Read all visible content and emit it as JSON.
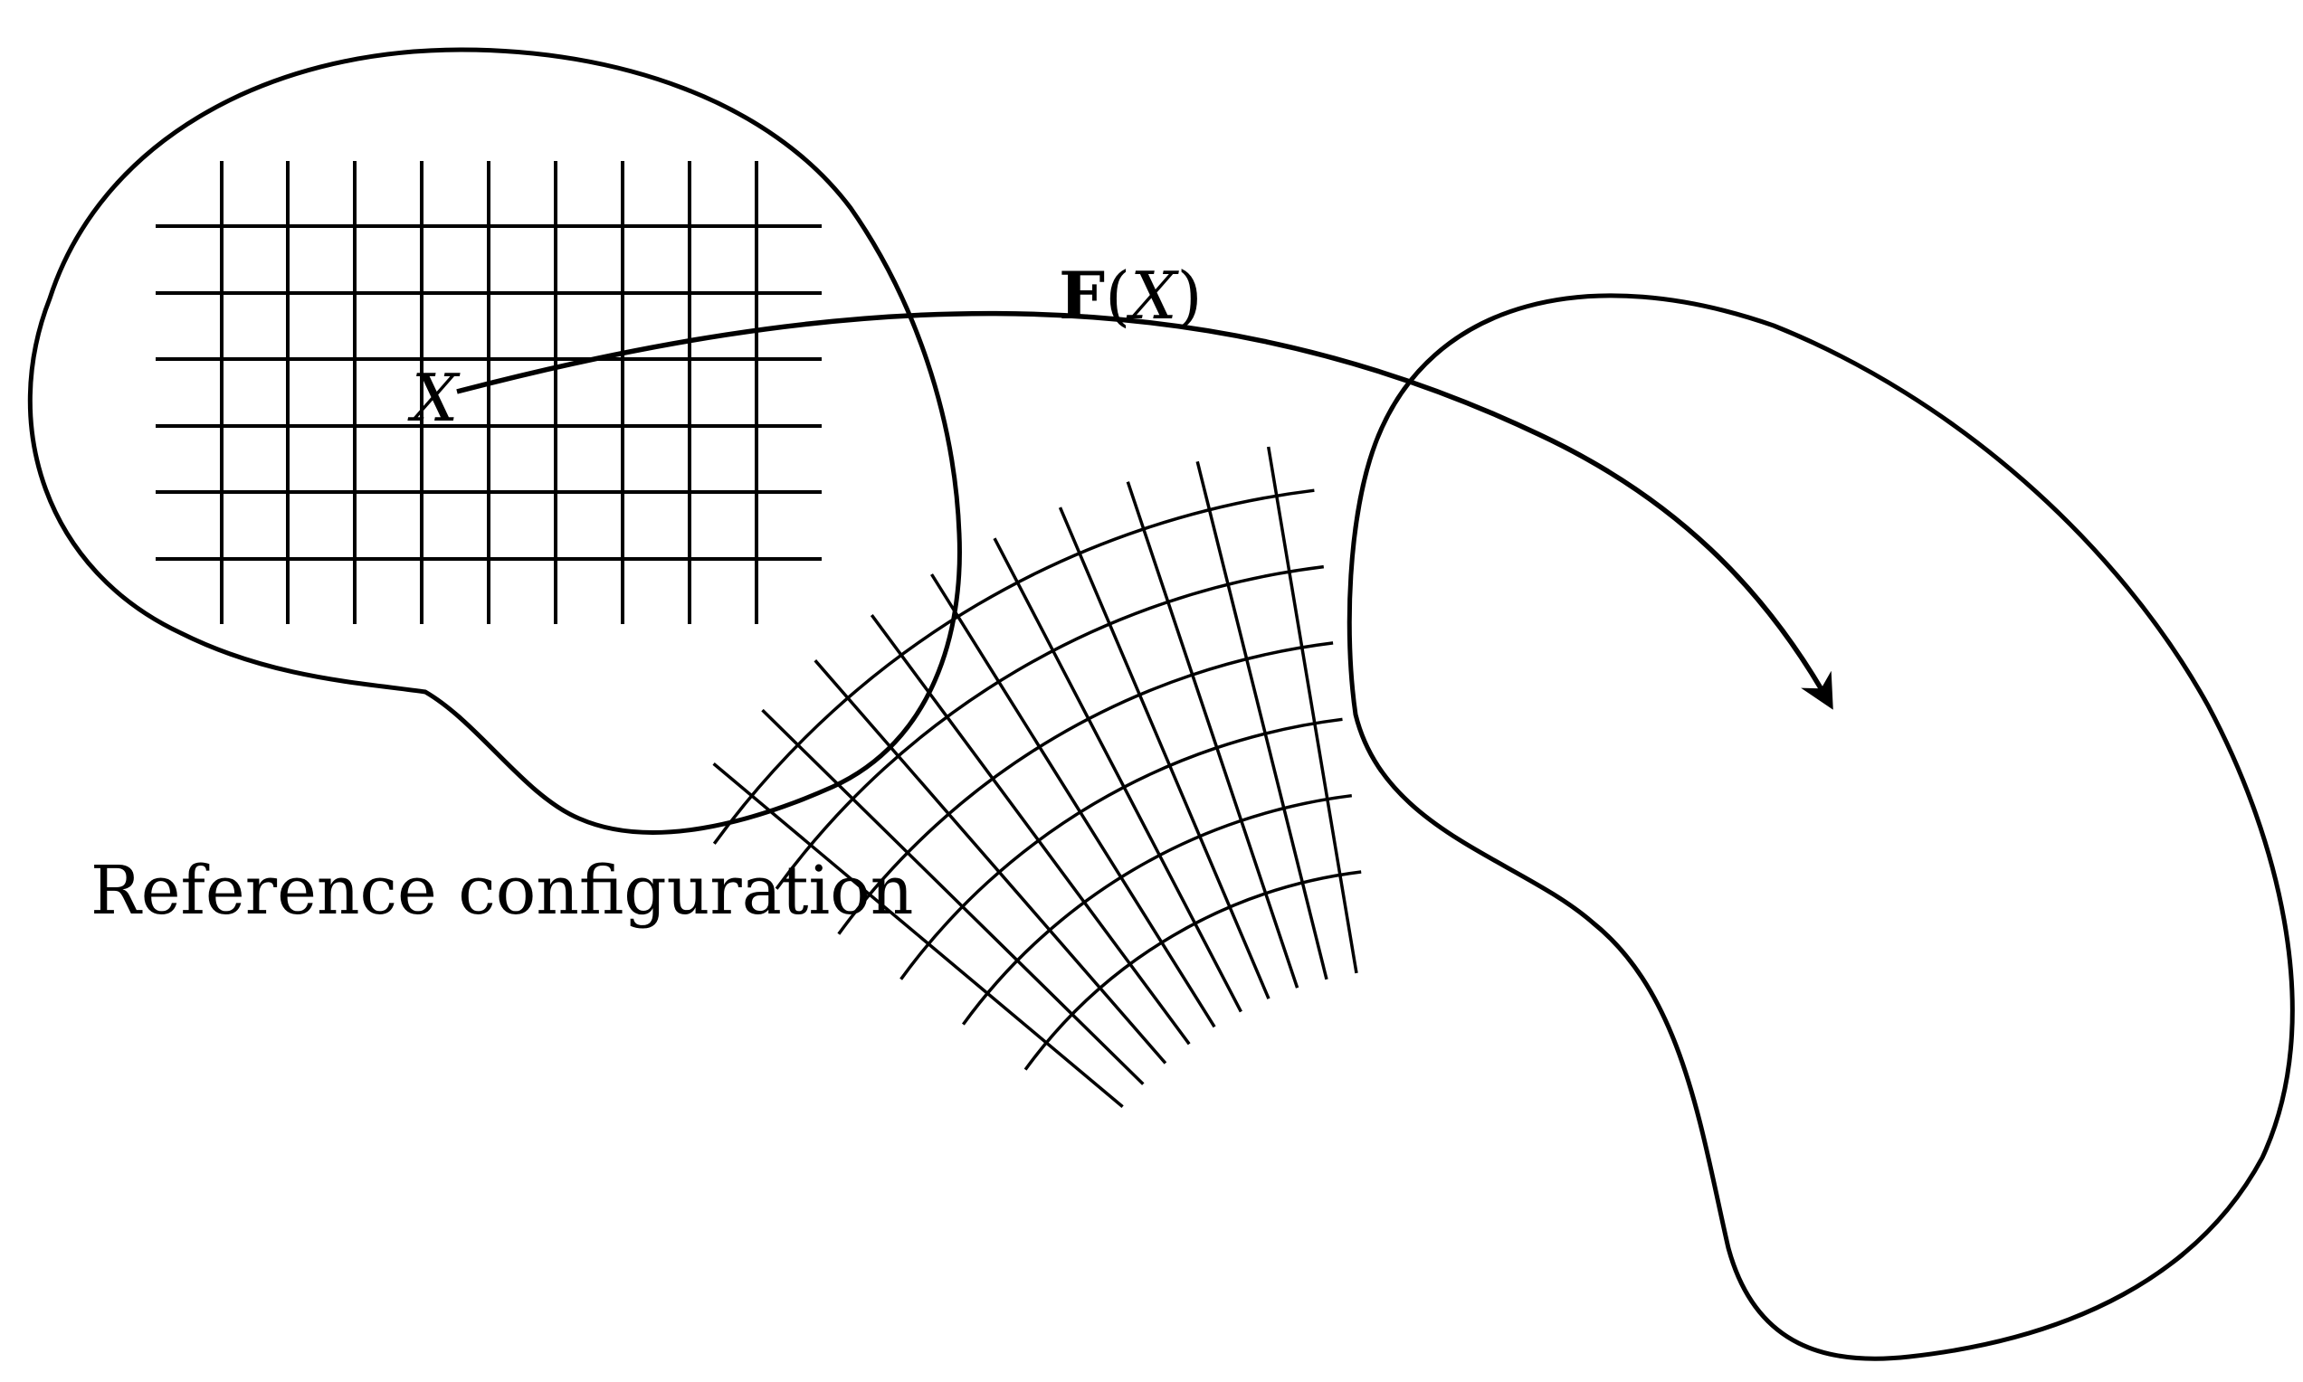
{
  "diagram": {
    "reference_label": "Reference configuration",
    "point_label": "X",
    "map_label": {
      "function": "F",
      "open_paren": "(",
      "argument": "X",
      "close_paren": ")"
    }
  },
  "colors": {
    "stroke": "#000000",
    "background": "#ffffff"
  }
}
